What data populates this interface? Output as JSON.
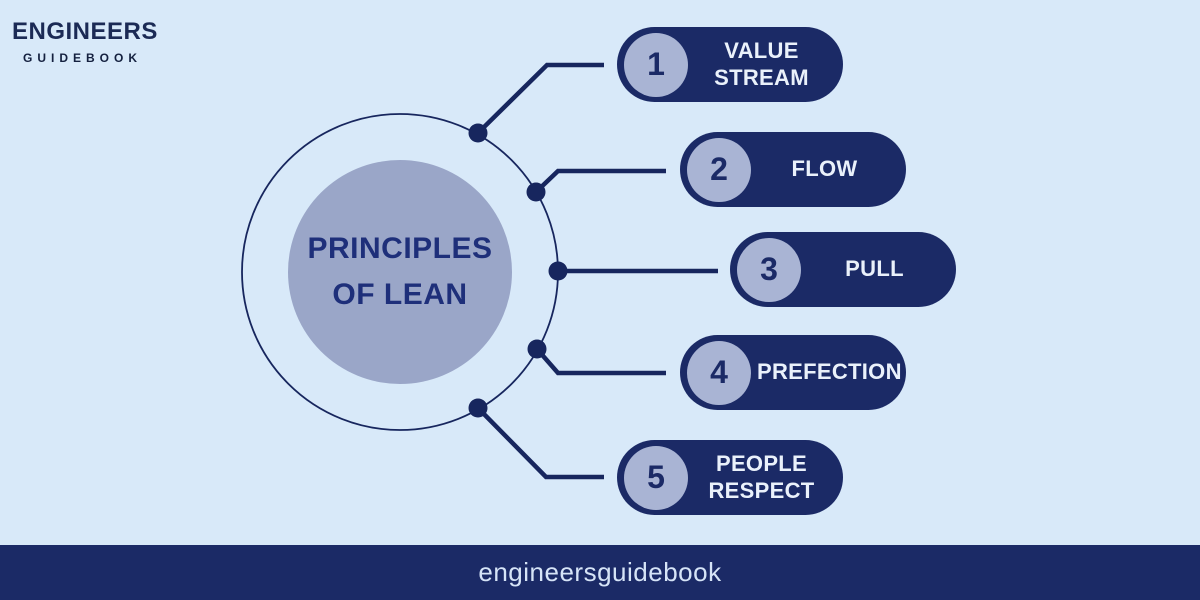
{
  "logo": {
    "line1": "ENGINEERS",
    "line2": "GUIDEBOOK"
  },
  "center": {
    "title": "PRINCIPLES OF LEAN"
  },
  "items": [
    {
      "number": "1",
      "label": "VALUE STREAM"
    },
    {
      "number": "2",
      "label": "FLOW"
    },
    {
      "number": "3",
      "label": "PULL"
    },
    {
      "number": "4",
      "label": "PREFECTION"
    },
    {
      "number": "5",
      "label": "PEOPLE RESPECT"
    }
  ],
  "footer": {
    "text": "engineersguidebook"
  },
  "colors": {
    "background": "#d8e9f9",
    "navy": "#1b2a66",
    "line_navy": "#17265e",
    "inner_circle_fill": "#9aa6c8",
    "number_circle_fill": "#a9b4d4",
    "pill_text": "#eaf1fb",
    "title_text": "#1e2f7a",
    "footer_text": "#d6e4f7"
  }
}
